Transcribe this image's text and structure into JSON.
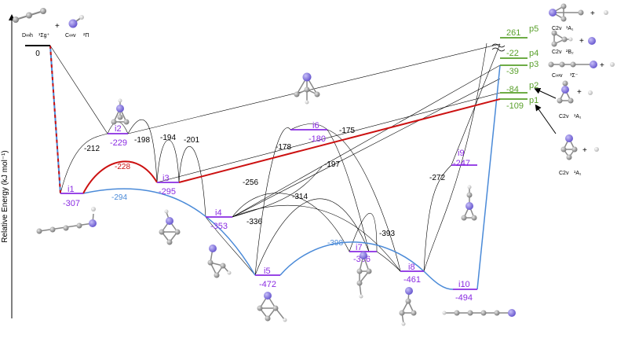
{
  "axis": {
    "ylabel": "Relative Energy (kJ mol⁻¹)"
  },
  "colors": {
    "intermediate": "#8a2be2",
    "product": "#5aa02c",
    "red_path": "#cc1111",
    "blue_path": "#4a8ad8",
    "black": "#000000",
    "atom_grey": "#9a9a9a",
    "atom_purple": "#8f7ee0"
  },
  "reactants": {
    "energy": "0",
    "species1": "D∞h",
    "state1": "¹Σg⁺",
    "plus": "+",
    "species2": "C∞v",
    "state2": "²Π"
  },
  "intermediates": [
    {
      "name": "i1",
      "energy": "-307"
    },
    {
      "name": "i2",
      "energy": "-229"
    },
    {
      "name": "i3",
      "energy": "-295"
    },
    {
      "name": "i4",
      "energy": "-353"
    },
    {
      "name": "i5",
      "energy": "-472"
    },
    {
      "name": "i6",
      "energy": "-180"
    },
    {
      "name": "i7",
      "energy": "-396"
    },
    {
      "name": "i8",
      "energy": "-461"
    },
    {
      "name": "i9",
      "energy": "-247"
    },
    {
      "name": "i10",
      "energy": "-494"
    }
  ],
  "products": [
    {
      "name": "p5",
      "energy": "261",
      "sym": "C2v",
      "state": "¹A₁"
    },
    {
      "name": "p4",
      "energy": "-22",
      "sym": "C2v",
      "state": "²B₂"
    },
    {
      "name": "p3",
      "energy": "-39",
      "sym": "C∞v",
      "state": "³Σ⁻"
    },
    {
      "name": "p2",
      "energy": "-84",
      "sym": "C2v",
      "state": "¹A₁"
    },
    {
      "name": "p1",
      "energy": "-109",
      "sym": "C2v",
      "state": "¹A₁"
    }
  ],
  "transition_states": [
    {
      "id": "ts_1_2",
      "value": "-212"
    },
    {
      "id": "ts_1_3_red",
      "value": "-228"
    },
    {
      "id": "ts_1_5_blue",
      "value": "-294"
    },
    {
      "id": "ts_2_3",
      "value": "-198"
    },
    {
      "id": "ts_3_p",
      "value": "-194"
    },
    {
      "id": "ts_3_4",
      "value": "-201"
    },
    {
      "id": "ts_4_5",
      "value": "-336"
    },
    {
      "id": "ts_4_7",
      "value": "-256"
    },
    {
      "id": "ts_6_5",
      "value": "-178"
    },
    {
      "id": "ts_6_8",
      "value": "-175"
    },
    {
      "id": "ts_4_p",
      "value": "-197"
    },
    {
      "id": "ts_4_8",
      "value": "-314"
    },
    {
      "id": "ts_5_8_blue",
      "value": "-398"
    },
    {
      "id": "ts_7_8",
      "value": "-393"
    },
    {
      "id": "ts_8_9",
      "value": "-272"
    }
  ]
}
